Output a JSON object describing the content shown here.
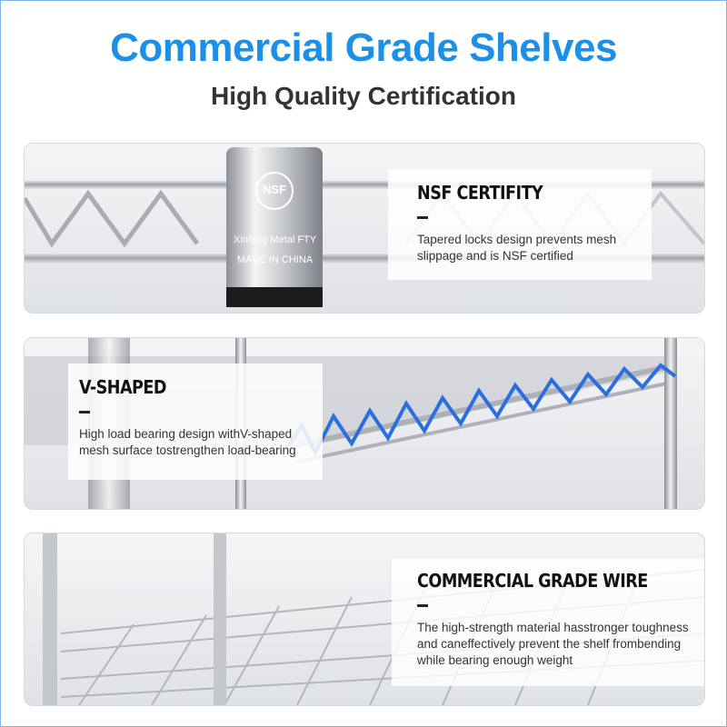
{
  "header": {
    "title": "Commercial Grade Shelves",
    "subtitle": "High Quality Certification"
  },
  "colors": {
    "title_blue": "#1c8fe6",
    "accent_wave_blue": "#2a6fe0",
    "chrome": "#c8cbd0"
  },
  "panels": [
    {
      "heading": "NSF CERTIFITY",
      "desc_lines": [
        "Tapered locks design prevents mesh",
        "slippage and is NSF certified"
      ],
      "collar": {
        "logo": "NSF",
        "line1": "Xinfeng Metal FTY",
        "line2": "MADE IN CHINA"
      }
    },
    {
      "heading": "V-SHAPED",
      "desc_lines": [
        "High load bearing design withV-shaped",
        "mesh surface tostrengthen load-bearing"
      ]
    },
    {
      "heading": "COMMERCIAL GRADE WIRE",
      "desc_lines": [
        "The high-strength material hasstronger toughness",
        "and caneffectively prevent the shelf frombending",
        "while bearing enough weight"
      ]
    }
  ]
}
